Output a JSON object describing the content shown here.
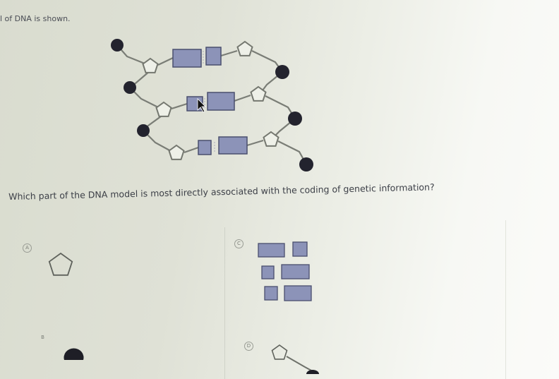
{
  "intro_text": "l of DNA is shown.",
  "question": "Which part of the DNA model is most directly associated with the coding of genetic information?",
  "options": [
    {
      "letter": "A",
      "depicts": "pentagon-icon"
    },
    {
      "letter": "B",
      "depicts": "phosphate-circle-icon"
    },
    {
      "letter": "C",
      "depicts": "base-pairs-icon"
    },
    {
      "letter": "D",
      "depicts": "sugar-phosphate-icon"
    }
  ],
  "colors": {
    "phosphate": "#23232e",
    "base": "#8c93b8",
    "base_stroke": "#4a4f6e",
    "sugar_stroke": "#6e716a"
  }
}
